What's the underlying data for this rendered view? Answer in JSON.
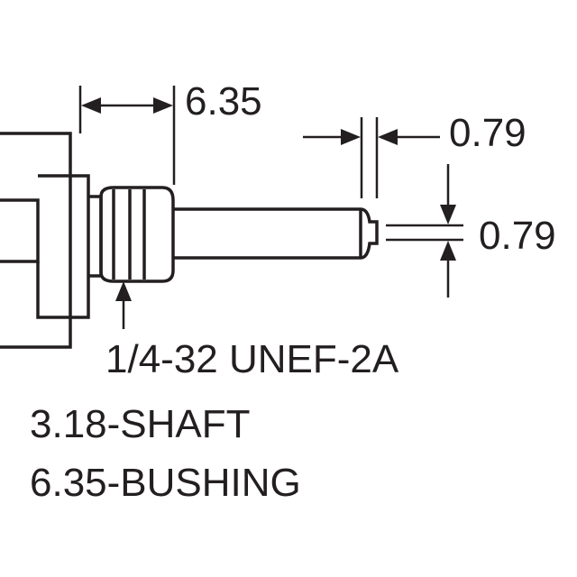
{
  "dimensions": {
    "bushing_length": "6.35",
    "slot_width": "0.79",
    "slot_depth": "0.79"
  },
  "thread_spec": "1/4-32 UNEF-2A",
  "notes": {
    "shaft": "3.18-SHAFT",
    "bushing": "6.35-BUSHING"
  },
  "colors": {
    "line": "#231f20",
    "background": "#ffffff"
  }
}
